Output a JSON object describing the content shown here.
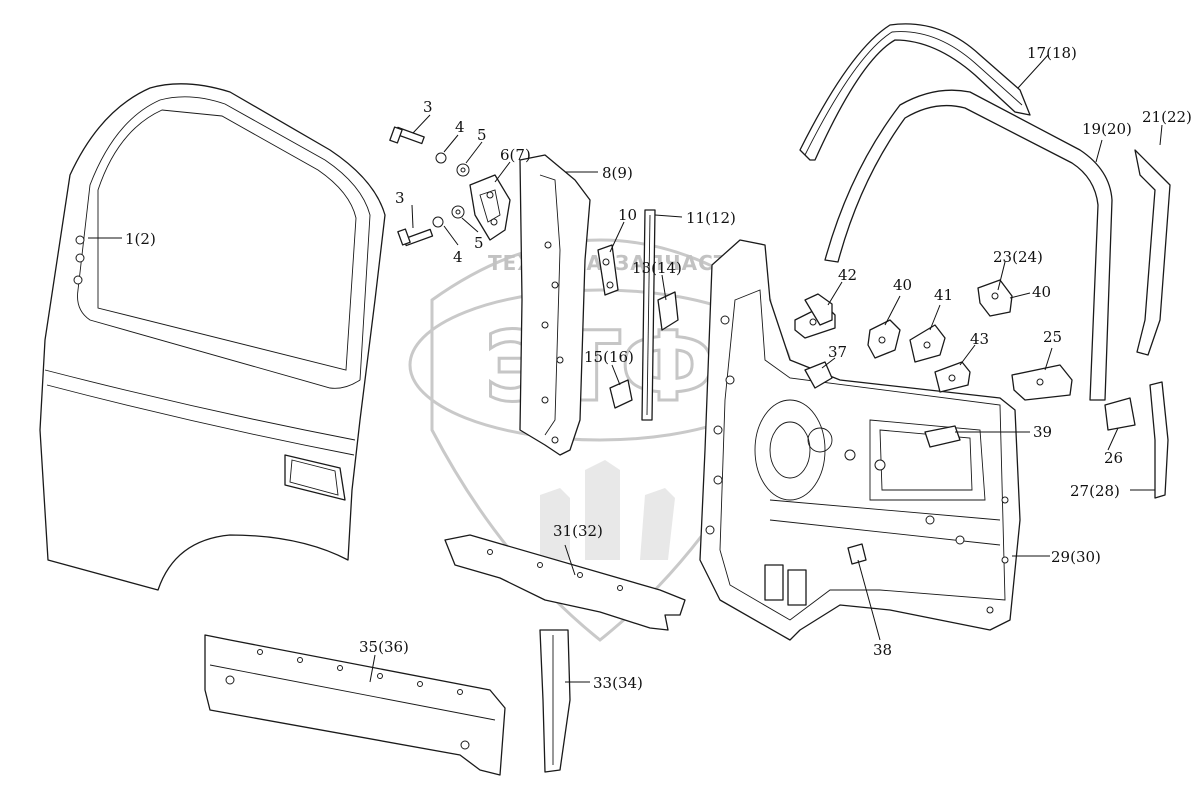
{
  "watermark": {
    "line1_left": "ТЕХНИКА",
    "line1_right": "ЗАПЧАСТИ",
    "logo": "ЭТФ"
  },
  "callouts": [
    {
      "key": "c1",
      "text": "1(2)"
    },
    {
      "key": "c3a",
      "text": "3"
    },
    {
      "key": "c4a",
      "text": "4"
    },
    {
      "key": "c5a",
      "text": "5"
    },
    {
      "key": "c67",
      "text": "6(7)"
    },
    {
      "key": "c3b",
      "text": "3"
    },
    {
      "key": "c4b",
      "text": "4"
    },
    {
      "key": "c5b",
      "text": "5"
    },
    {
      "key": "c89",
      "text": "8(9)"
    },
    {
      "key": "c10",
      "text": "10"
    },
    {
      "key": "c1112",
      "text": "11(12)"
    },
    {
      "key": "c1314",
      "text": "13(14)"
    },
    {
      "key": "c1516",
      "text": "15(16)"
    },
    {
      "key": "c1718",
      "text": "17(18)"
    },
    {
      "key": "c1920",
      "text": "19(20)"
    },
    {
      "key": "c2122",
      "text": "21(22)"
    },
    {
      "key": "c2324",
      "text": "23(24)"
    },
    {
      "key": "c40a",
      "text": "40"
    },
    {
      "key": "c42",
      "text": "42"
    },
    {
      "key": "c40b",
      "text": "40"
    },
    {
      "key": "c41",
      "text": "41"
    },
    {
      "key": "c43",
      "text": "43"
    },
    {
      "key": "c25",
      "text": "25"
    },
    {
      "key": "c37",
      "text": "37"
    },
    {
      "key": "c39",
      "text": "39"
    },
    {
      "key": "c26",
      "text": "26"
    },
    {
      "key": "c2728",
      "text": "27(28)"
    },
    {
      "key": "c2930",
      "text": "29(30)"
    },
    {
      "key": "c3132",
      "text": "31(32)"
    },
    {
      "key": "c38",
      "text": "38"
    },
    {
      "key": "c3536",
      "text": "35(36)"
    },
    {
      "key": "c3334",
      "text": "33(34)"
    }
  ]
}
